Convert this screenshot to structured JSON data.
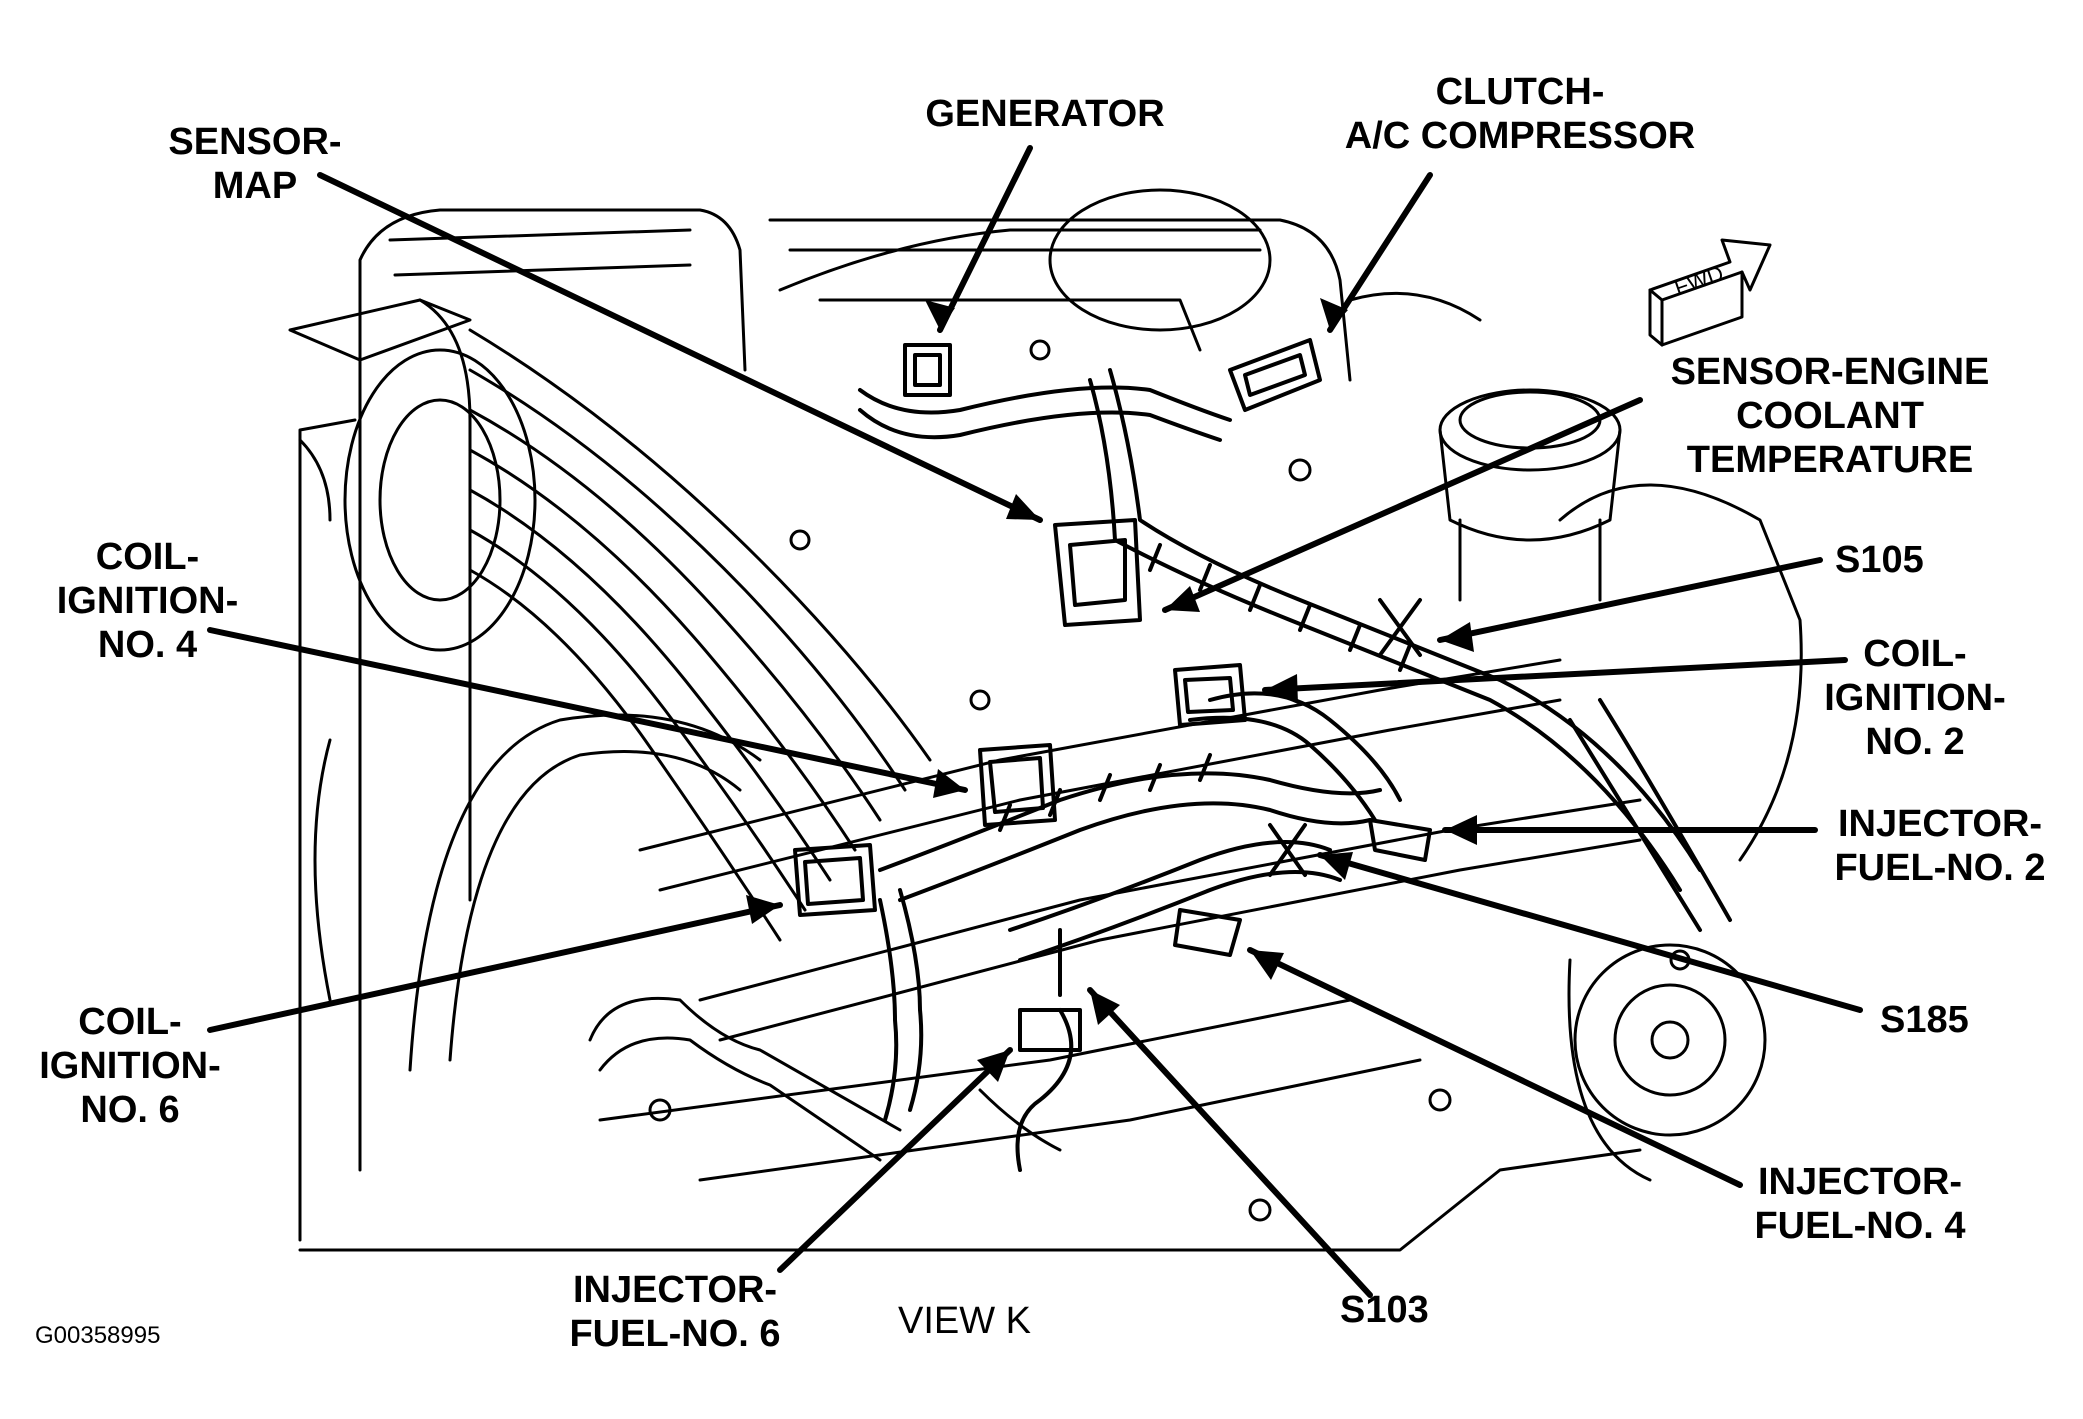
{
  "labels": {
    "generator": [
      "GENERATOR"
    ],
    "clutch_ac": [
      "CLUTCH-",
      "A/C COMPRESSOR"
    ],
    "sensor_map": [
      "SENSOR-",
      "MAP"
    ],
    "sensor_ect": [
      "SENSOR-ENGINE",
      "COOLANT",
      "TEMPERATURE"
    ],
    "s105": [
      "S105"
    ],
    "coil_no4": [
      "COIL-",
      "IGNITION-",
      "NO. 4"
    ],
    "coil_no2": [
      "COIL-",
      "IGNITION-",
      "NO. 2"
    ],
    "injector_no2": [
      "INJECTOR-",
      "FUEL-NO. 2"
    ],
    "coil_no6": [
      "COIL-",
      "IGNITION-",
      "NO. 6"
    ],
    "s185": [
      "S185"
    ],
    "injector_no4": [
      "INJECTOR-",
      "FUEL-NO. 4"
    ],
    "injector_no6": [
      "INJECTOR-",
      "FUEL-NO. 6"
    ],
    "s103": [
      "S103"
    ]
  },
  "view_caption": "VIEW K",
  "figure_id": "G00358995",
  "fwd_label": "FWD",
  "colors": {
    "ink": "#000000",
    "paper": "#ffffff"
  }
}
